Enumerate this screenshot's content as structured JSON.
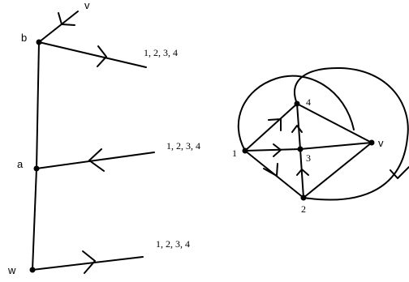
{
  "left_figure": {
    "vertices": {
      "v": "v",
      "b": "b",
      "a": "a",
      "w": "w"
    },
    "edge_labels": {
      "b_edge": "1, 2, 3, 4",
      "a_edge": "1, 2, 3, 4",
      "w_edge": "1, 2, 3, 4"
    }
  },
  "right_figure": {
    "vertices": {
      "n1": "1",
      "n2": "2",
      "n3": "3",
      "n4": "4",
      "v": "v"
    }
  }
}
